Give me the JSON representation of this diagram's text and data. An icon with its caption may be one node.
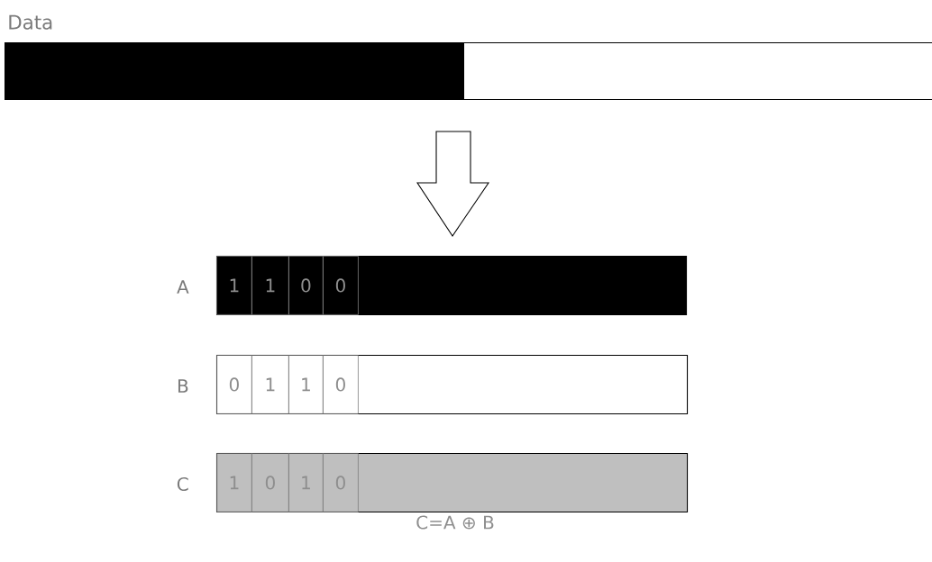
{
  "diagram": {
    "caption": "C=A ⊕ B",
    "nodes": [
      {
        "text": [
          "Data"
        ]
      },
      {
        "text": [
          "A"
        ]
      },
      {
        "text": [
          "1"
        ],
        "in": 1
      },
      {
        "text": [
          "1"
        ],
        "in": 1
      },
      {
        "text": [
          "0"
        ],
        "in": 1
      },
      {
        "text": [
          "0"
        ],
        "in": 1
      },
      {
        "text": [
          "B"
        ]
      },
      {
        "text": [
          "0"
        ],
        "in": 6
      },
      {
        "text": [
          "1"
        ],
        "in": 6
      },
      {
        "text": [
          "1"
        ],
        "in": 6
      },
      {
        "text": [
          "0"
        ],
        "in": 6
      },
      {
        "text": [
          "C"
        ]
      },
      {
        "text": [
          "1"
        ],
        "in": 11
      },
      {
        "text": [
          "0"
        ],
        "in": 11
      },
      {
        "text": [
          "1"
        ],
        "in": 11
      },
      {
        "text": [
          "0"
        ],
        "in": 11
      }
    ],
    "edges": [
      {
        "from": 0,
        "to": 1,
        "arrow": "to"
      }
    ]
  }
}
